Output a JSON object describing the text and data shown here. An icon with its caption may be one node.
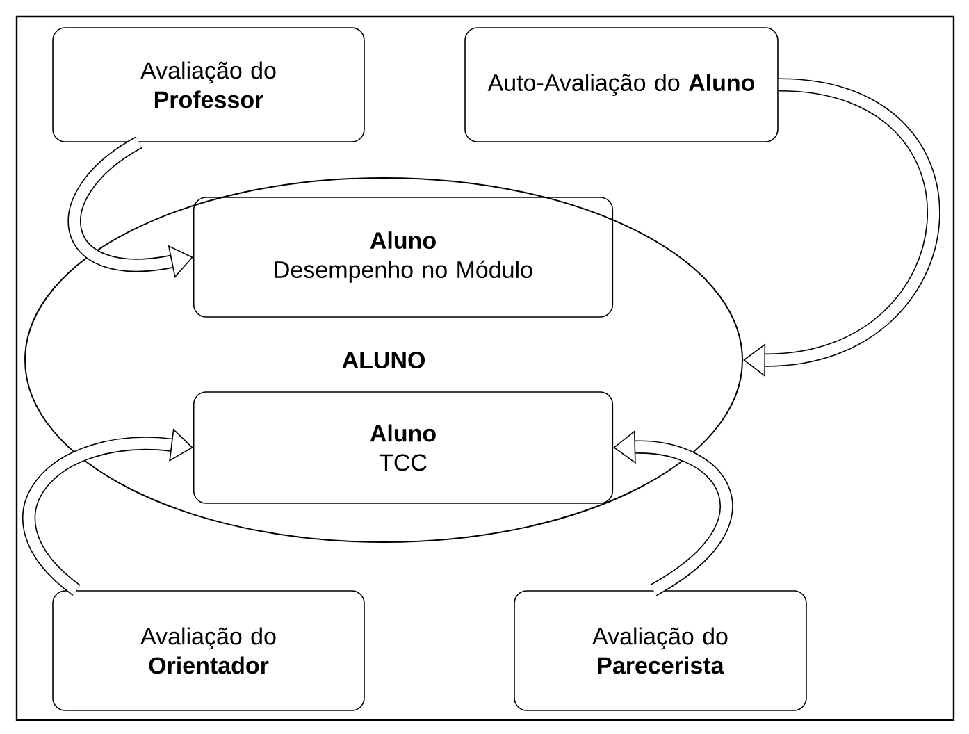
{
  "diagram": {
    "nodes": [
      {
        "text": [
          "Avaliação do **Professor**"
        ]
      },
      {
        "text": [
          "Auto-Avaliação do **Aluno**"
        ]
      },
      {
        "text": [
          "ALUNO"
        ]
      },
      {
        "text": [
          "Aluno",
          "Desempenho no Módulo"
        ],
        "in": 2
      },
      {
        "text": [
          "Aluno",
          "TCC"
        ],
        "in": 2
      },
      {
        "text": [
          "Avaliação do **Orientador**"
        ]
      },
      {
        "text": [
          "Avaliação do **Parecerista**"
        ]
      }
    ],
    "edges": [
      {
        "from": 0,
        "to": 3,
        "arrow": "to"
      },
      {
        "from": 1,
        "to": 2,
        "arrow": "to"
      },
      {
        "from": 5,
        "to": 4,
        "arrow": "to"
      },
      {
        "from": 6,
        "to": 4,
        "arrow": "to"
      }
    ]
  }
}
